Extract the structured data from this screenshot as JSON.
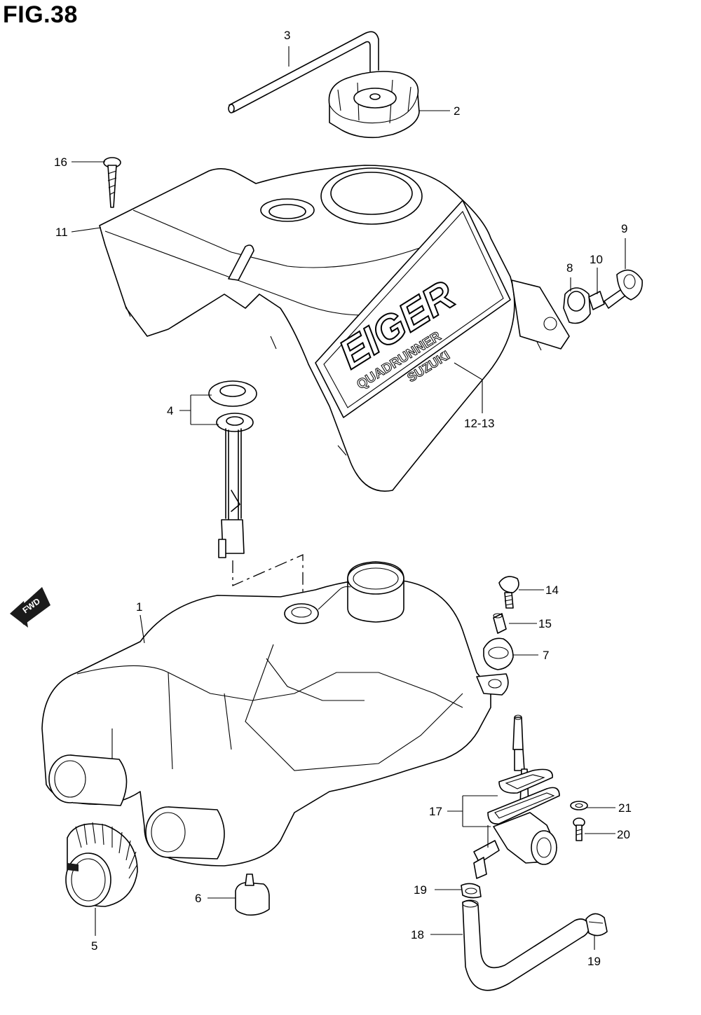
{
  "figure": {
    "title": "FIG.38"
  },
  "direction_arrow": {
    "label": "FWD"
  },
  "callouts": {
    "c1": "1",
    "c2": "2",
    "c3": "3",
    "c4": "4",
    "c5": "5",
    "c6": "6",
    "c7": "7",
    "c8": "8",
    "c9": "9",
    "c10": "10",
    "c11": "11",
    "c12_13": "12-13",
    "c14": "14",
    "c15": "15",
    "c16": "16",
    "c17": "17",
    "c18": "18",
    "c19a": "19",
    "c19b": "19",
    "c20": "20",
    "c21": "21"
  },
  "decals": {
    "brand_text": "EIGER",
    "sub_text": "QUADRUNNER",
    "maker_text": "SUZUKI"
  }
}
